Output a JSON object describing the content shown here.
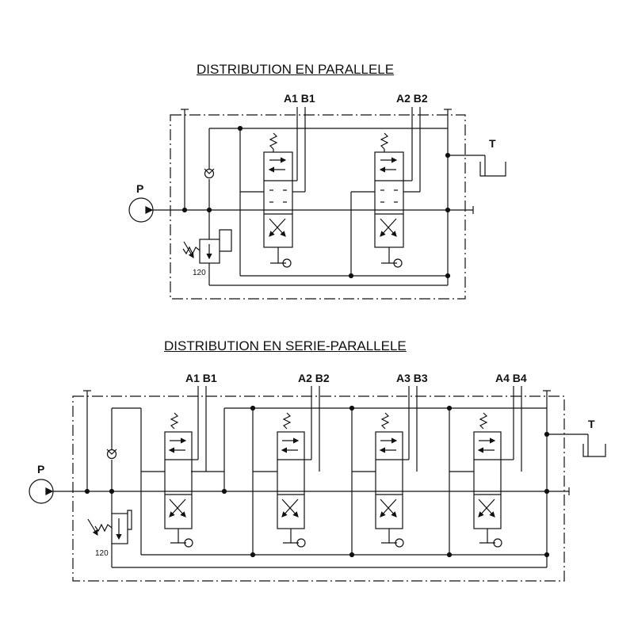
{
  "diagrams": [
    {
      "title": "DISTRIBUTION EN PARALLELE",
      "pump_label": "P",
      "tank_label": "T",
      "relief_setting": "120",
      "sections": [
        {
          "label": "A1 B1"
        },
        {
          "label": "A2 B2"
        }
      ]
    },
    {
      "title": "DISTRIBUTION EN SERIE-PARALLELE",
      "pump_label": "P",
      "tank_label": "T",
      "relief_setting": "120",
      "sections": [
        {
          "label": "A1 B1"
        },
        {
          "label": "A2 B2"
        },
        {
          "label": "A3 B3"
        },
        {
          "label": "A4 B4"
        }
      ]
    }
  ]
}
